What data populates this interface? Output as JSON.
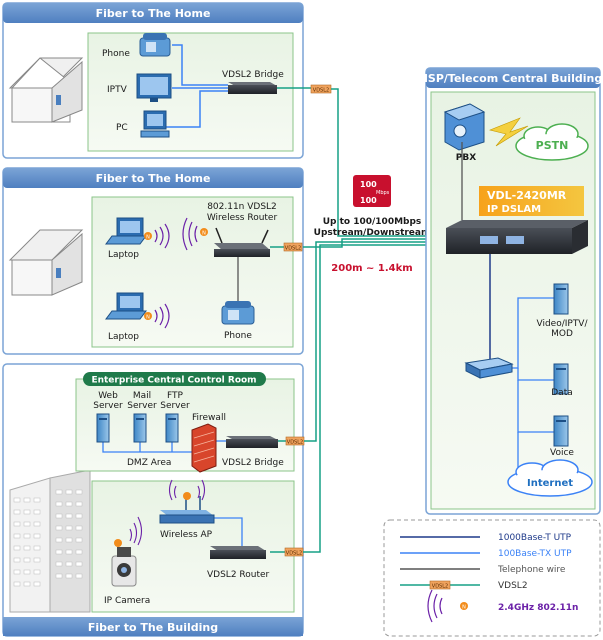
{
  "sections": {
    "home1_title": "Fiber to The Home",
    "home2_title": "Fiber to The Home",
    "building_title": "Fiber to The Building",
    "isp_title": "ISP/Telecom Central Building",
    "enterprise_title": "Enterprise Central Control Room"
  },
  "home1": {
    "phone": "Phone",
    "iptv": "IPTV",
    "pc": "PC",
    "bridge": "VDSL2 Bridge",
    "tag": "VDSL2"
  },
  "home2": {
    "router_line1": "802.11n VDSL2",
    "router_line2": "Wireless Router",
    "laptop1": "Laptop",
    "laptop2": "Laptop",
    "phone": "Phone",
    "tag": "VDSL2",
    "wifi_badge": "N"
  },
  "enterprise": {
    "web1": "Web",
    "web2": "Server",
    "mail1": "Mail",
    "mail2": "Server",
    "ftp1": "FTP",
    "ftp2": "Server",
    "firewall": "Firewall",
    "dmz": "DMZ Area",
    "bridge": "VDSL2 Bridge",
    "tag": "VDSL2"
  },
  "building": {
    "ap": "Wireless AP",
    "router": "VDSL2 Router",
    "camera": "IP Camera",
    "tag": "VDSL2"
  },
  "center": {
    "speed_badge_top": "100",
    "speed_badge_unit": "Mbps",
    "speed_badge_bottom": "100",
    "speed_line1": "Up to 100/100Mbps",
    "speed_line2": "Upstream/Downstream",
    "distance": "200m ~ 1.4km"
  },
  "isp": {
    "pbx": "PBX",
    "pstn": "PSTN",
    "product_name": "VDL-2420MR",
    "product_sub": "IP DSLAM",
    "video1": "Video/IPTV/",
    "video2": "MOD",
    "data": "Data",
    "voice": "Voice",
    "internet": "Internet"
  },
  "legend": {
    "items": [
      {
        "label": "1000Base-T UTP",
        "color": "#1f3a8a"
      },
      {
        "label": "100Base-TX UTP",
        "color": "#3b82f6"
      },
      {
        "label": "Telephone wire",
        "color": "#555555"
      },
      {
        "label": "VDSL2",
        "color": "#16a085"
      },
      {
        "label": "2.4GHz 802.11n",
        "color": "#6b21a8"
      }
    ],
    "tag": "VDSL2",
    "wifi_badge": "N"
  }
}
